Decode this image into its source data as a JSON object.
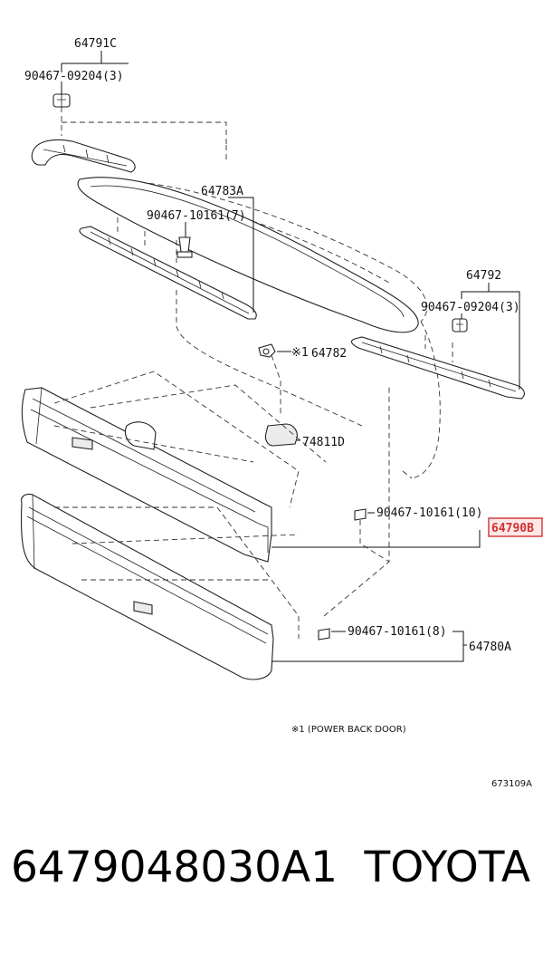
{
  "labels": {
    "l1": "64791C",
    "l2": "90467-09204(3)",
    "l3": "64783A",
    "l4": "90467-10161(7)",
    "l5": "64792",
    "l6": "90467-09204(3)",
    "l7": "※1",
    "l8": "64782",
    "l9": "74811D",
    "l10": "90467-10161(10)",
    "l11": "64790B",
    "l12": "90467-10161(8)",
    "l13": "64780A"
  },
  "note": "※1 (POWER BACK DOOR)",
  "diagram_code": "673109A",
  "caption": {
    "part_number": "6479048030A1",
    "brand": "TOYOTA"
  },
  "colors": {
    "highlight_border": "#d23030",
    "highlight_fill": "#fde8e8"
  }
}
